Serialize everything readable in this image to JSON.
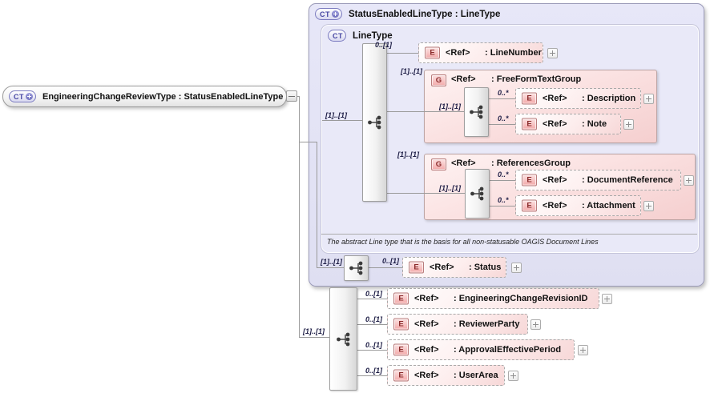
{
  "badges": {
    "ct": "CT"
  },
  "root": {
    "label": "EngineeringChangeReviewType : StatusEnabledLineType"
  },
  "outer_type": {
    "label": "StatusEnabledLineType : LineType"
  },
  "line_type": {
    "label": "LineType",
    "seq_card": "[1]..[1]",
    "annotation": "The abstract Line type that is the basis for all non-statusable OAGIS Document Lines",
    "line_number": {
      "card": "0..[1]",
      "kind": "E",
      "ref": "<Ref>",
      "name": ": LineNumber"
    },
    "free_form_text_group": {
      "card": "[1]..[1]",
      "kind": "G",
      "ref": "<Ref>",
      "name": ": FreeFormTextGroup",
      "seq_card": "[1]..[1]",
      "description": {
        "card": "0..*",
        "kind": "E",
        "ref": "<Ref>",
        "name": ": Description"
      },
      "note": {
        "card": "0..*",
        "kind": "E",
        "ref": "<Ref>",
        "name": ": Note"
      }
    },
    "references_group": {
      "card": "[1]..[1]",
      "kind": "G",
      "ref": "<Ref>",
      "name": ": ReferencesGroup",
      "seq_card": "[1]..[1]",
      "document_reference": {
        "card": "0..*",
        "kind": "E",
        "ref": "<Ref>",
        "name": ": DocumentReference"
      },
      "attachment": {
        "card": "0..*",
        "kind": "E",
        "ref": "<Ref>",
        "name": ": Attachment"
      }
    }
  },
  "status_seq": {
    "card": "[1]..[1]"
  },
  "status": {
    "card": "0..[1]",
    "kind": "E",
    "ref": "<Ref>",
    "name": ": Status"
  },
  "extension_seq": {
    "card": "[1]..[1]"
  },
  "extension": {
    "engineering_change_revision_id": {
      "card": "0..[1]",
      "kind": "E",
      "ref": "<Ref>",
      "name": ": EngineeringChangeRevisionID"
    },
    "reviewer_party": {
      "card": "0..[1]",
      "kind": "E",
      "ref": "<Ref>",
      "name": ": ReviewerParty"
    },
    "approval_effective_period": {
      "card": "0..[1]",
      "kind": "E",
      "ref": "<Ref>",
      "name": ": ApprovalEffectivePeriod"
    },
    "user_area": {
      "card": "0..[1]",
      "kind": "E",
      "ref": "<Ref>",
      "name": ": UserArea"
    }
  }
}
